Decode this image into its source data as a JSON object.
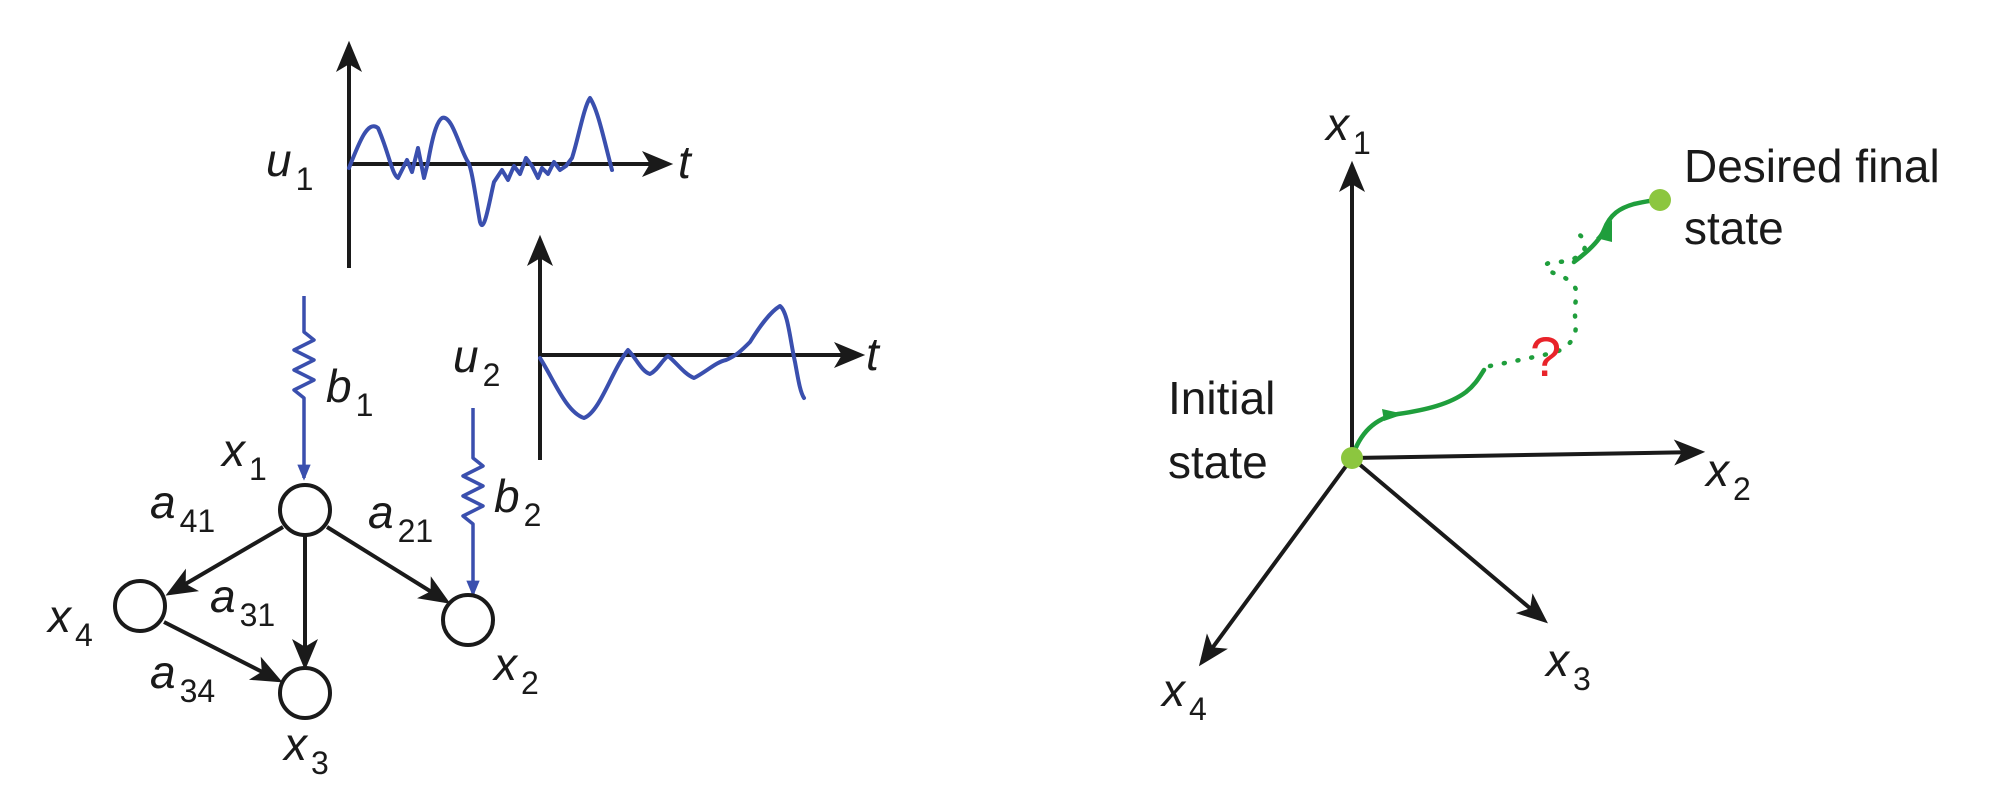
{
  "left_panel": {
    "signal_u1": {
      "label": "u",
      "sub": "1",
      "time_label": "t"
    },
    "signal_u2": {
      "label": "u",
      "sub": "2",
      "time_label": "t"
    },
    "input_b1": {
      "label": "b",
      "sub": "1"
    },
    "input_b2": {
      "label": "b",
      "sub": "2"
    },
    "nodes": {
      "x1": {
        "label": "x",
        "sub": "1"
      },
      "x2": {
        "label": "x",
        "sub": "2"
      },
      "x3": {
        "label": "x",
        "sub": "3"
      },
      "x4": {
        "label": "x",
        "sub": "4"
      }
    },
    "edges": {
      "a41": {
        "label": "a",
        "sub": "41"
      },
      "a21": {
        "label": "a",
        "sub": "21"
      },
      "a31": {
        "label": "a",
        "sub": "31"
      },
      "a34": {
        "label": "a",
        "sub": "34"
      }
    }
  },
  "right_panel": {
    "axis_x1": {
      "label": "x",
      "sub": "1"
    },
    "axis_x2": {
      "label": "x",
      "sub": "2"
    },
    "axis_x3": {
      "label": "x",
      "sub": "3"
    },
    "axis_x4": {
      "label": "x",
      "sub": "4"
    },
    "initial_state": {
      "line1": "Initial",
      "line2": "state"
    },
    "final_state": {
      "line1": "Desired final",
      "line2": "state"
    },
    "question_mark": "?"
  },
  "colors": {
    "signal": "#3a4fae",
    "trajectory": "#1f9e3c",
    "state_marker": "#8cc63f",
    "question": "#e8232a",
    "ink": "#1a1a1a"
  }
}
